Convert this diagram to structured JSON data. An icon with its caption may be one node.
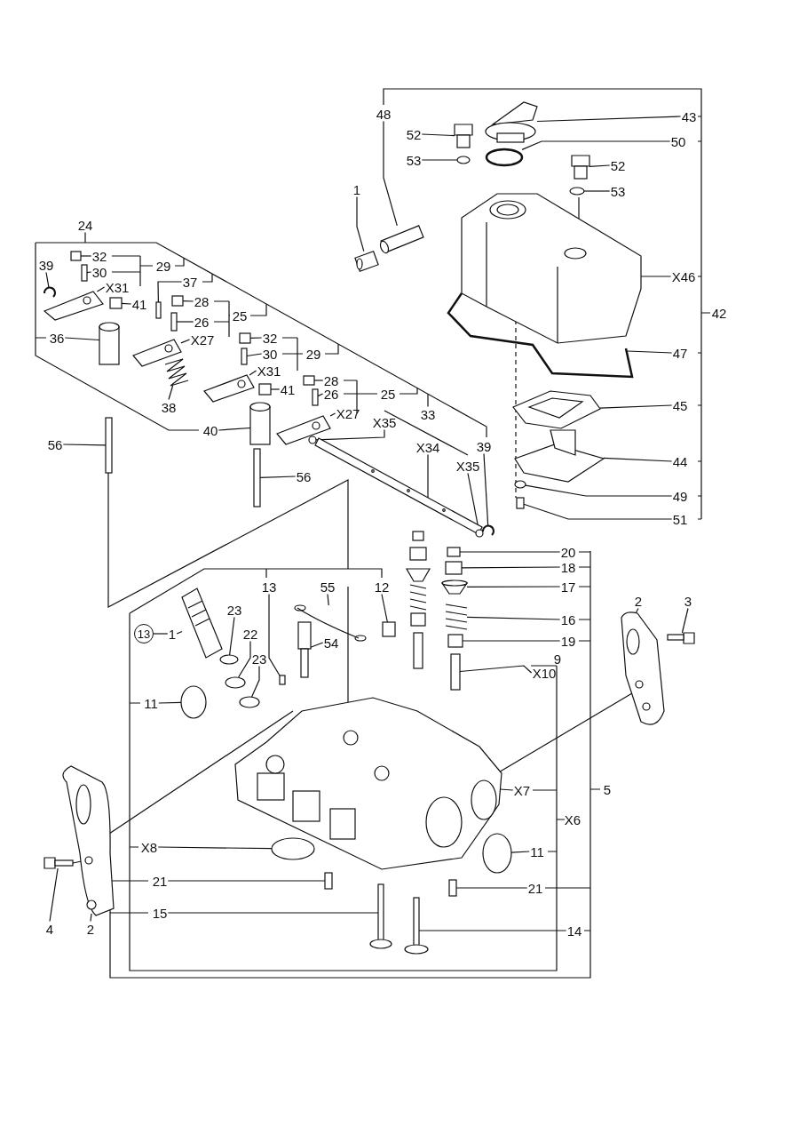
{
  "diagram": {
    "nodes": [
      {
        "text": [
          "48"
        ]
      },
      {
        "text": [
          "43"
        ]
      },
      {
        "text": [
          "52"
        ]
      },
      {
        "text": [
          "50"
        ]
      },
      {
        "text": [
          "53"
        ]
      },
      {
        "text": [
          "52"
        ]
      },
      {
        "text": [
          "53"
        ]
      },
      {
        "text": [
          "1"
        ]
      },
      {
        "text": [
          "24"
        ]
      },
      {
        "text": [
          "39"
        ]
      },
      {
        "text": [
          "32"
        ]
      },
      {
        "text": [
          "30"
        ]
      },
      {
        "text": [
          "29"
        ]
      },
      {
        "text": [
          "X31"
        ]
      },
      {
        "text": [
          "41"
        ]
      },
      {
        "text": [
          "37"
        ]
      },
      {
        "text": [
          "28"
        ]
      },
      {
        "text": [
          "26"
        ]
      },
      {
        "text": [
          "25"
        ]
      },
      {
        "text": [
          "36"
        ]
      },
      {
        "text": [
          "X27"
        ]
      },
      {
        "text": [
          "32"
        ]
      },
      {
        "text": [
          "30"
        ]
      },
      {
        "text": [
          "29"
        ]
      },
      {
        "text": [
          "X31"
        ]
      },
      {
        "text": [
          "41"
        ]
      },
      {
        "text": [
          "38"
        ]
      },
      {
        "text": [
          "28"
        ]
      },
      {
        "text": [
          "26"
        ]
      },
      {
        "text": [
          "25"
        ]
      },
      {
        "text": [
          "33"
        ]
      },
      {
        "text": [
          "X27"
        ]
      },
      {
        "text": [
          "X35"
        ]
      },
      {
        "text": [
          "40"
        ]
      },
      {
        "text": [
          "X34"
        ]
      },
      {
        "text": [
          "39"
        ]
      },
      {
        "text": [
          "X35"
        ]
      },
      {
        "text": [
          "56"
        ]
      },
      {
        "text": [
          "56"
        ]
      },
      {
        "text": [
          "X46"
        ]
      },
      {
        "text": [
          "42"
        ]
      },
      {
        "text": [
          "47"
        ]
      },
      {
        "text": [
          "45"
        ]
      },
      {
        "text": [
          "44"
        ]
      },
      {
        "text": [
          "49"
        ]
      },
      {
        "text": [
          "51"
        ]
      },
      {
        "text": [
          "20"
        ]
      },
      {
        "text": [
          "18"
        ]
      },
      {
        "text": [
          "17"
        ]
      },
      {
        "text": [
          "13"
        ]
      },
      {
        "text": [
          "55"
        ]
      },
      {
        "text": [
          "12"
        ]
      },
      {
        "text": [
          "16"
        ]
      },
      {
        "text": [
          "19"
        ]
      },
      {
        "text": [
          "23"
        ]
      },
      {
        "text": [
          "13"
        ]
      },
      {
        "text": [
          "1"
        ]
      },
      {
        "text": [
          "22"
        ]
      },
      {
        "text": [
          "54"
        ]
      },
      {
        "text": [
          "X10"
        ]
      },
      {
        "text": [
          "23"
        ]
      },
      {
        "text": [
          "11"
        ]
      },
      {
        "text": [
          "X7"
        ]
      },
      {
        "text": [
          "X6"
        ]
      },
      {
        "text": [
          "5"
        ]
      },
      {
        "text": [
          "X8"
        ]
      },
      {
        "text": [
          "11"
        ]
      },
      {
        "text": [
          "21"
        ]
      },
      {
        "text": [
          "21"
        ]
      },
      {
        "text": [
          "15"
        ]
      },
      {
        "text": [
          "14"
        ]
      },
      {
        "text": [
          "2"
        ]
      },
      {
        "text": [
          "3"
        ]
      },
      {
        "text": [
          "4"
        ]
      },
      {
        "text": [
          "2"
        ]
      },
      {
        "text": [],
        "shape": "picture"
      },
      {
        "text": [],
        "shape": "picture"
      },
      {
        "text": [],
        "shape": "picture"
      },
      {
        "text": [],
        "shape": "circle"
      },
      {
        "text": [],
        "shape": "circle"
      },
      {
        "text": [],
        "shape": "picture"
      },
      {
        "text": [],
        "shape": "circle"
      },
      {
        "text": [],
        "shape": "picture"
      },
      {
        "text": [],
        "shape": "picture"
      },
      {
        "text": [],
        "shape": "box"
      },
      {
        "text": [],
        "shape": "box"
      },
      {
        "text": [],
        "shape": "picture"
      },
      {
        "text": [],
        "shape": "box"
      },
      {
        "text": [],
        "shape": "box"
      },
      {
        "text": [],
        "shape": "box"
      },
      {
        "text": [],
        "shape": "box"
      },
      {
        "text": [],
        "shape": "cylinder"
      },
      {
        "text": [],
        "shape": "picture"
      },
      {
        "text": [],
        "shape": "box"
      },
      {
        "text": [],
        "shape": "box"
      },
      {
        "text": [],
        "shape": "picture"
      },
      {
        "text": [],
        "shape": "box"
      },
      {
        "text": [],
        "shape": "picture"
      },
      {
        "text": [],
        "shape": "box"
      },
      {
        "text": [],
        "shape": "box"
      },
      {
        "text": [],
        "shape": "picture"
      },
      {
        "text": [],
        "shape": "circle"
      },
      {
        "text": [],
        "shape": "cylinder"
      },
      {
        "text": [],
        "shape": "picture"
      },
      {
        "text": [],
        "shape": "picture"
      },
      {
        "text": [],
        "shape": "circle"
      },
      {
        "text": [],
        "shape": "box"
      },
      {
        "text": [],
        "shape": "box"
      },
      {
        "text": [],
        "shape": "picture"
      },
      {
        "text": [],
        "shape": "picture"
      },
      {
        "text": [],
        "shape": "picture"
      },
      {
        "text": [],
        "shape": "picture"
      },
      {
        "text": [],
        "shape": "circle"
      },
      {
        "text": [],
        "shape": "box"
      },
      {
        "text": [],
        "shape": "box"
      },
      {
        "text": [],
        "shape": "box"
      },
      {
        "text": [],
        "shape": "picture"
      },
      {
        "text": [],
        "shape": "box"
      },
      {
        "text": [],
        "shape": "picture"
      },
      {
        "text": [],
        "shape": "box"
      },
      {
        "text": [],
        "shape": "picture"
      },
      {
        "text": [],
        "shape": "box"
      },
      {
        "text": [],
        "shape": "circle"
      },
      {
        "text": [],
        "shape": "picture"
      },
      {
        "text": [],
        "shape": "circle"
      },
      {
        "text": [],
        "shape": "picture"
      },
      {
        "text": [],
        "shape": "box"
      },
      {
        "text": [],
        "shape": "circle"
      },
      {
        "text": [],
        "shape": "circle"
      },
      {
        "text": [],
        "shape": "picture"
      },
      {
        "text": [],
        "shape": "circle"
      },
      {
        "text": [],
        "shape": "circle"
      },
      {
        "text": [],
        "shape": "box"
      },
      {
        "text": [],
        "shape": "box"
      },
      {
        "text": [],
        "shape": "picture"
      },
      {
        "text": [],
        "shape": "picture"
      },
      {
        "text": [],
        "shape": "picture"
      },
      {
        "text": [],
        "shape": "picture"
      },
      {
        "text": [],
        "shape": "picture"
      },
      {
        "text": [],
        "shape": "picture"
      }
    ],
    "edges": [
      {
        "from": 0,
        "to": 75,
        "arrow": "none"
      },
      {
        "from": 1,
        "to": 76,
        "arrow": "none"
      },
      {
        "from": 2,
        "to": 77,
        "arrow": "none"
      },
      {
        "from": 3,
        "to": 78,
        "arrow": "none"
      },
      {
        "from": 4,
        "to": 79,
        "arrow": "none"
      },
      {
        "from": 5,
        "to": 80,
        "arrow": "none"
      },
      {
        "from": 6,
        "to": 81,
        "arrow": "none"
      },
      {
        "from": 7,
        "to": 82,
        "arrow": "none"
      },
      {
        "from": 8,
        "to": null,
        "arrow": "none"
      },
      {
        "from": 9,
        "to": 83,
        "arrow": "none"
      },
      {
        "from": 10,
        "to": 84,
        "arrow": "none"
      },
      {
        "from": 11,
        "to": 85,
        "arrow": "none"
      },
      {
        "from": 13,
        "to": 86,
        "arrow": "none"
      },
      {
        "from": 14,
        "to": 87,
        "arrow": "none"
      },
      {
        "from": 15,
        "to": 88,
        "arrow": "none"
      },
      {
        "from": 16,
        "to": 89,
        "arrow": "none"
      },
      {
        "from": 17,
        "to": 90,
        "arrow": "none"
      },
      {
        "from": 19,
        "to": 91,
        "arrow": "none"
      },
      {
        "from": 20,
        "to": 92,
        "arrow": "none"
      },
      {
        "from": 21,
        "to": 93,
        "arrow": "none"
      },
      {
        "from": 22,
        "to": 94,
        "arrow": "none"
      },
      {
        "from": 24,
        "to": 95,
        "arrow": "none"
      },
      {
        "from": 25,
        "to": 96,
        "arrow": "none"
      },
      {
        "from": 26,
        "to": 97,
        "arrow": "none"
      },
      {
        "from": 27,
        "to": 98,
        "arrow": "none"
      },
      {
        "from": 28,
        "to": 99,
        "arrow": "none"
      },
      {
        "from": 30,
        "to": null,
        "arrow": "none"
      },
      {
        "from": 31,
        "to": 100,
        "arrow": "none"
      },
      {
        "from": 32,
        "to": 101,
        "arrow": "none"
      },
      {
        "from": 33,
        "to": 102,
        "arrow": "none"
      },
      {
        "from": 34,
        "to": 103,
        "arrow": "none"
      },
      {
        "from": 35,
        "to": 104,
        "arrow": "none"
      },
      {
        "from": 36,
        "to": 105,
        "arrow": "none"
      },
      {
        "from": 37,
        "to": 106,
        "arrow": "none"
      },
      {
        "from": 38,
        "to": 107,
        "arrow": "none"
      },
      {
        "from": 39,
        "to": 108,
        "arrow": "none"
      },
      {
        "from": 41,
        "to": 109,
        "arrow": "none"
      },
      {
        "from": 42,
        "to": 110,
        "arrow": "none"
      },
      {
        "from": 43,
        "to": 111,
        "arrow": "none"
      },
      {
        "from": 44,
        "to": 112,
        "arrow": "none"
      },
      {
        "from": 45,
        "to": 113,
        "arrow": "none"
      },
      {
        "from": 46,
        "to": 114,
        "arrow": "none"
      },
      {
        "from": 47,
        "to": 115,
        "arrow": "none"
      },
      {
        "from": 48,
        "to": 116,
        "arrow": "none"
      },
      {
        "from": 49,
        "to": 117,
        "arrow": "none"
      },
      {
        "from": 50,
        "to": 118,
        "arrow": "none"
      },
      {
        "from": 51,
        "to": 119,
        "arrow": "none"
      },
      {
        "from": 52,
        "to": 120,
        "arrow": "none"
      },
      {
        "from": 53,
        "to": 121,
        "arrow": "none"
      },
      {
        "from": 54,
        "to": 122,
        "arrow": "none"
      },
      {
        "from": 55,
        "to": 56,
        "arrow": "none"
      },
      {
        "from": 56,
        "to": 123,
        "arrow": "none"
      },
      {
        "from": 57,
        "to": 124,
        "arrow": "none"
      },
      {
        "from": 58,
        "to": 125,
        "arrow": "none"
      },
      {
        "from": 59,
        "to": 126,
        "arrow": "none"
      },
      {
        "from": 60,
        "to": 127,
        "arrow": "none"
      },
      {
        "from": 61,
        "to": 128,
        "arrow": "none"
      },
      {
        "from": 62,
        "to": 129,
        "arrow": "none"
      },
      {
        "from": 65,
        "to": 130,
        "arrow": "none"
      },
      {
        "from": 66,
        "to": 131,
        "arrow": "none"
      },
      {
        "from": 67,
        "to": 132,
        "arrow": "none"
      },
      {
        "from": 68,
        "to": 133,
        "arrow": "none"
      },
      {
        "from": 69,
        "to": 134,
        "arrow": "none"
      },
      {
        "from": 70,
        "to": 135,
        "arrow": "none"
      },
      {
        "from": 71,
        "to": 136,
        "arrow": "none"
      },
      {
        "from": 72,
        "to": 137,
        "arrow": "none"
      },
      {
        "from": 73,
        "to": 138,
        "arrow": "none"
      },
      {
        "from": 74,
        "to": 139,
        "arrow": "none"
      }
    ],
    "labels": [
      "9"
    ]
  }
}
